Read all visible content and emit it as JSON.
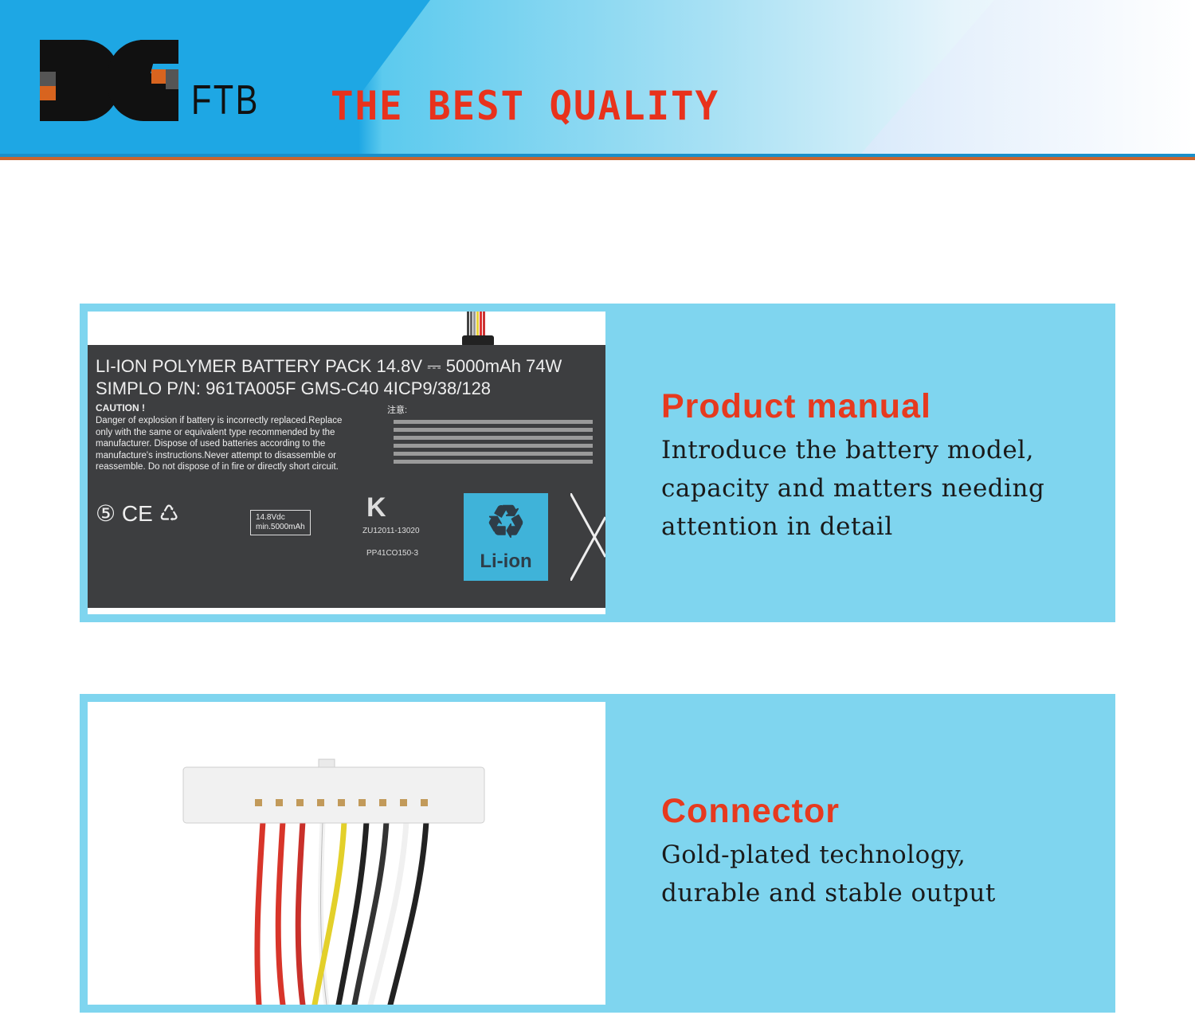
{
  "header": {
    "logo_text": "DG",
    "brand": "FTB",
    "tagline": "THE BEST QUALITY"
  },
  "sections": [
    {
      "title": "Product manual",
      "description": [
        "Introduce the battery model,",
        "capacity and matters needing",
        "attention in detail"
      ],
      "label": {
        "line1": "LI-ION POLYMER BATTERY PACK  14.8V ⎓ 5000mAh   74W",
        "line2": "SIMPLO P/N: 961TA005F    GMS-C40    4ICP9/38/128",
        "caution_title": "CAUTION !",
        "caution_body": "Danger of explosion if battery is incorrectly replaced.Replace only with the same or equivalent type recommended by the manufacturer. Dispose of used batteries according to the manufacture's instructions.Never attempt to disassemble or reassemble. Do not dispose of in fire or directly short circuit.",
        "zh_title": "注意:",
        "pse_rating": "14.8Vdc",
        "pse_capacity": "min.5000mAh",
        "kc_code": "ZU12011-13020",
        "part_code": "PP41CO150-3",
        "recycle_label": "Li-ion"
      }
    },
    {
      "title": "Connector",
      "description": [
        "Gold-plated technology,",
        "durable and stable output"
      ]
    }
  ],
  "colors": {
    "accent": "#e63a1f",
    "panel": "#7fd5ef",
    "header_blue": "#1ea7e4"
  }
}
